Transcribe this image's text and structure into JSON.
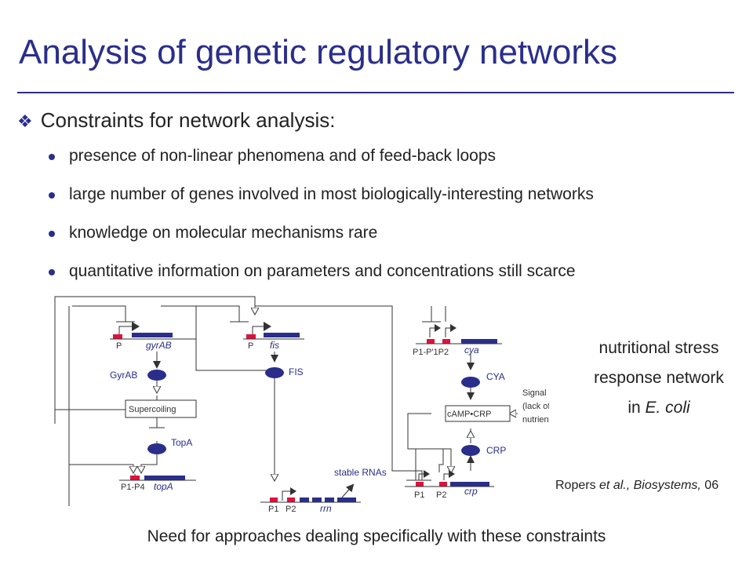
{
  "slide": {
    "title": "Analysis of genetic regulatory networks",
    "heading": "Constraints for network analysis:",
    "bullets": [
      "presence of non-linear phenomena and of feed-back loops",
      "large number of genes involved in most biologically-interesting networks",
      "knowledge on molecular mechanisms rare",
      "quantitative information on parameters and concentrations still scarce"
    ],
    "note_lines": [
      "nutritional stress",
      "response network",
      "in "
    ],
    "note_italic": "E. coli",
    "citation_pre": "Ropers ",
    "citation_italic": "et al., Biosystems,",
    "citation_post": " 06",
    "footer": "Need for approaches dealing specifically with these constraints"
  },
  "diagram": {
    "genes": {
      "gyrAB": "gyrAB",
      "fis": "fis",
      "cya": "cya",
      "topA": "topA",
      "rrn": "rrn",
      "crp": "crp"
    },
    "proteins": {
      "gyrab": "GyrAB",
      "fis": "FIS",
      "cya": "CYA",
      "topa": "TopA",
      "crp": "CRP"
    },
    "promoters": {
      "gyrab": "P",
      "fis": "P",
      "cya": "P1-P'1P2",
      "topa": "P1-P4",
      "rrn_p1": "P1",
      "rrn_p2": "P2",
      "crp_p1": "P1",
      "crp_p2": "P2"
    },
    "boxes": {
      "supercoiling": "Supercoiling",
      "camp_crp": "cAMP•CRP"
    },
    "labels": {
      "stable_rnas": "stable RNAs",
      "signal_1": "Signal",
      "signal_2": "(lack of",
      "signal_3": "nutrients)"
    },
    "colors": {
      "gene_bar": "#2a2e8a",
      "promoter": "#e0103c",
      "protein": "#2a2e8a",
      "line": "#333333"
    }
  }
}
